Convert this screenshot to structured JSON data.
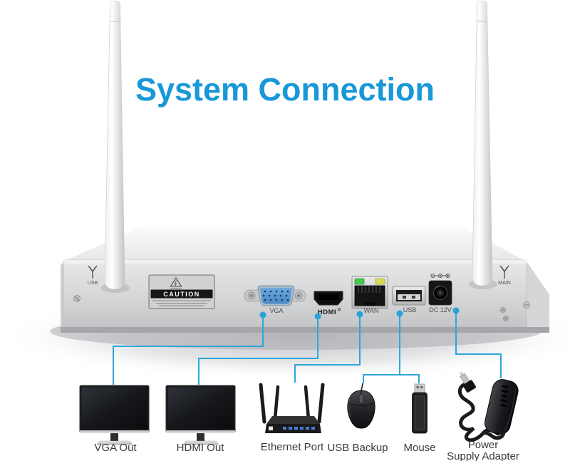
{
  "title": "System Connection",
  "colors": {
    "accent_blue": "#1898d8",
    "connector_blue": "#2ea6da",
    "wan_led_green": "#45c94d",
    "wan_led_yellow": "#d9d95a",
    "vga_face_blue": "#5b9bd5"
  },
  "device": {
    "panel": {
      "left_antenna_label": "USB",
      "right_antenna_label": "MAIN",
      "caution_label": "CAUTION",
      "ports": [
        {
          "id": "vga",
          "label": "VGA"
        },
        {
          "id": "hdmi",
          "label": "HDMI"
        },
        {
          "id": "wan",
          "label": "WAN"
        },
        {
          "id": "usb",
          "label": "USB"
        },
        {
          "id": "dc",
          "label": "DC 12V"
        }
      ]
    }
  },
  "peripherals": [
    {
      "id": "vga-out",
      "label": "VGA Out"
    },
    {
      "id": "hdmi-out",
      "label": "HDMI Out"
    },
    {
      "id": "ethernet",
      "label": "Ethernet Port"
    },
    {
      "id": "usb-backup",
      "label": "USB Backup"
    },
    {
      "id": "mouse",
      "label": "Mouse"
    },
    {
      "id": "power-supply",
      "label": "Power",
      "label2": "Supply Adapter"
    }
  ]
}
